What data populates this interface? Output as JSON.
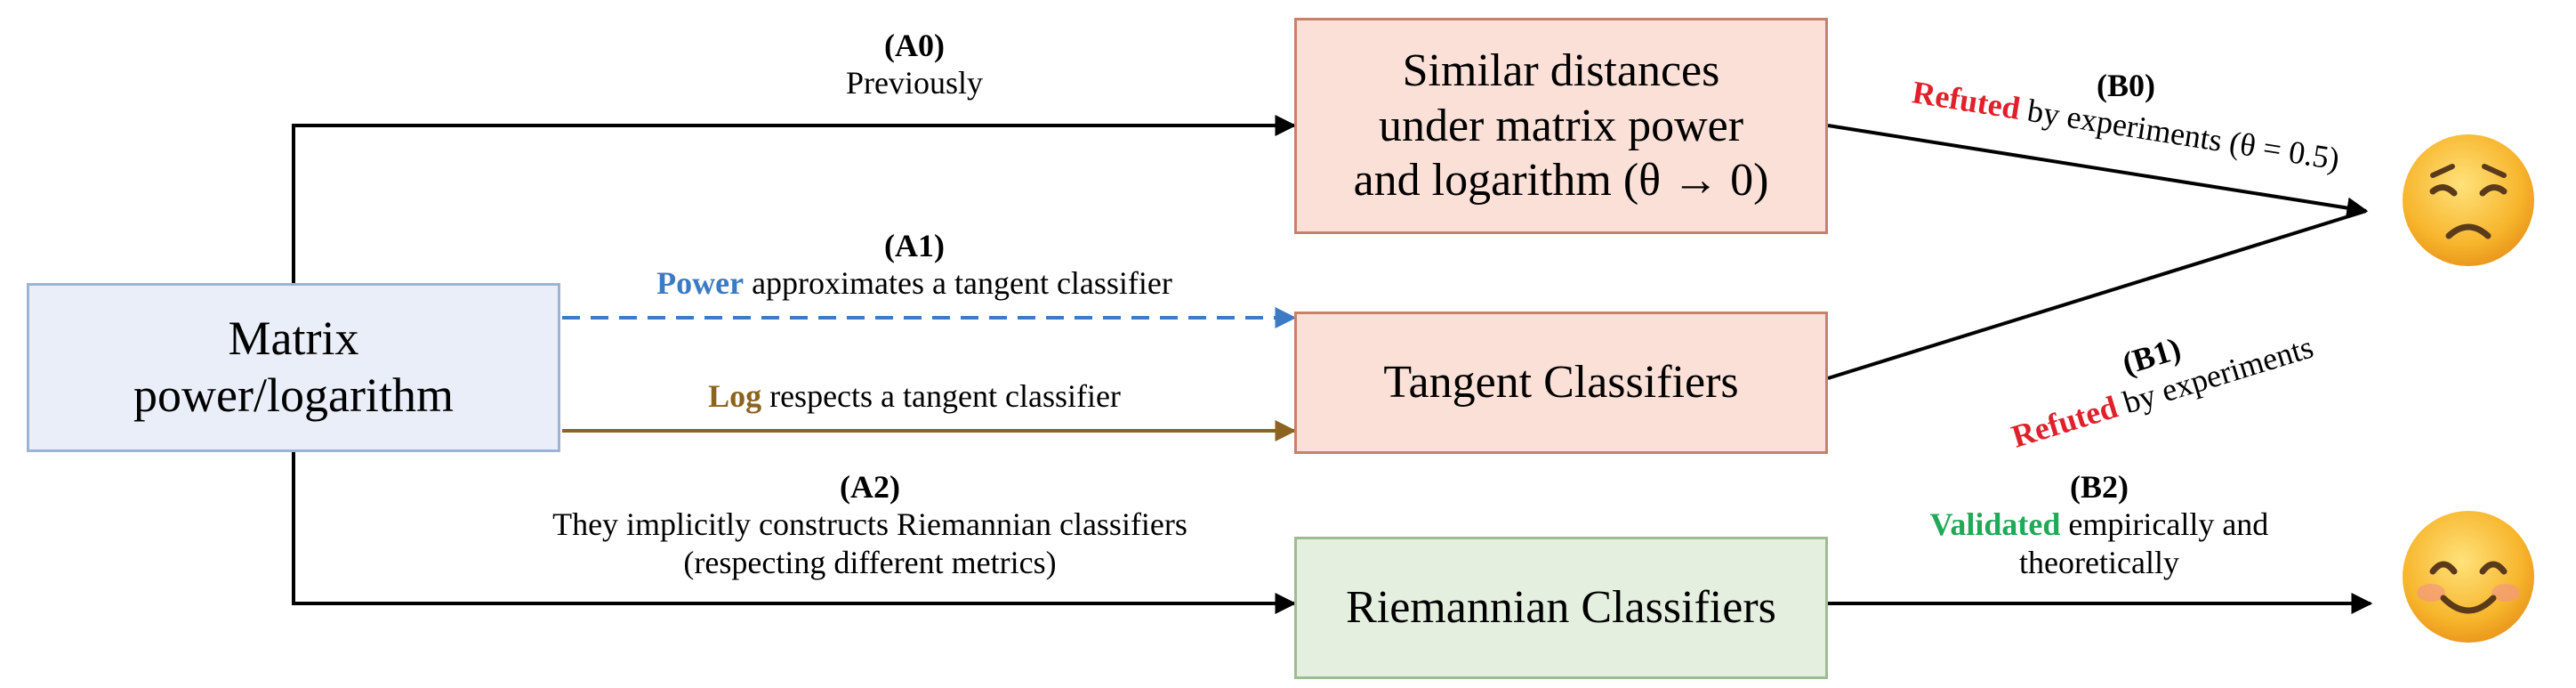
{
  "boxes": {
    "source": [
      "Matrix",
      "power/logarithm"
    ],
    "similar": [
      "Similar distances",
      "under matrix power",
      "and logarithm (θ → 0)"
    ],
    "tangent": "Tangent Classifiers",
    "riemannian": "Riemannian Classifiers"
  },
  "edges": {
    "a0": {
      "tag": "(A0)",
      "text": "Previously"
    },
    "a1": {
      "tag": "(A1)",
      "highlight": "Power",
      "text": " approximates a tangent classifier"
    },
    "log": {
      "highlight": "Log",
      "text": " respects a tangent classifier"
    },
    "a2": {
      "tag": "(A2)",
      "line1": "They implicitly constructs Riemannian classifiers",
      "line2": "(respecting different metrics)"
    },
    "b0": {
      "tag": "(B0)",
      "highlight": "Refuted",
      "text": " by experiments (θ = 0.5)"
    },
    "b1": {
      "tag": "(B1)",
      "highlight": "Refuted",
      "text": " by experiments"
    },
    "b2": {
      "tag": "(B2)",
      "highlight": "Validated",
      "text": " empirically and",
      "line2": "theoretically"
    }
  },
  "outcomes": {
    "sad": "sad-face",
    "happy": "smiling-face"
  },
  "colors": {
    "power": "#3d7ac4",
    "log": "#8c6320",
    "refuted": "#e0202a",
    "validated": "#21a957"
  }
}
